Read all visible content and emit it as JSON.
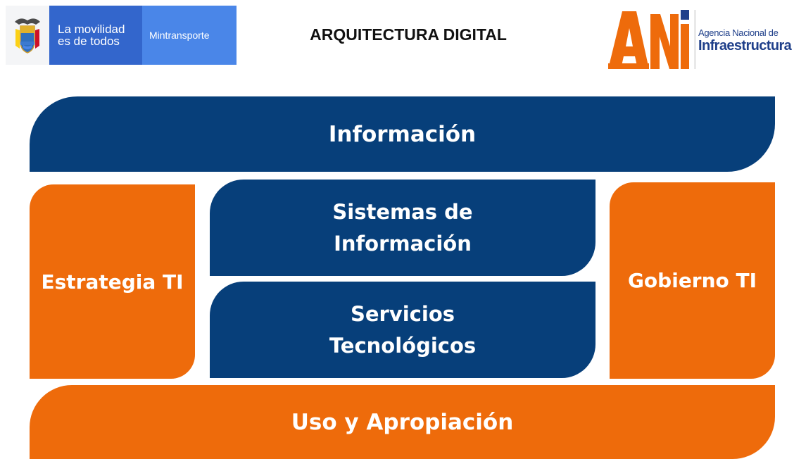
{
  "header": {
    "government_logo": {
      "slogan_line1": "La movilidad",
      "slogan_line2": "es de todos",
      "ministry": "Mintransporte"
    },
    "title": "ARQUITECTURA DIGITAL",
    "agency_logo": {
      "letters": "ANi",
      "name_line1": "Agencia Nacional de",
      "name_line2": "Infraestructura"
    }
  },
  "diagram": {
    "top_block": "Información",
    "left_block": "Estrategia TI",
    "center_upper_block": "Sistemas de Información",
    "center_lower_block": "Servicios Tecnológicos",
    "right_block": "Gobierno TI",
    "bottom_block": "Uso y Apropiación"
  },
  "colors": {
    "navy": "#073f7a",
    "orange": "#ee6b0b",
    "gov_blue_dark": "#3366cc",
    "gov_blue_light": "#4a86e8"
  },
  "icons": {
    "crest": "colombia-coat-of-arms-icon",
    "ani_mark": "ani-logo-mark"
  }
}
